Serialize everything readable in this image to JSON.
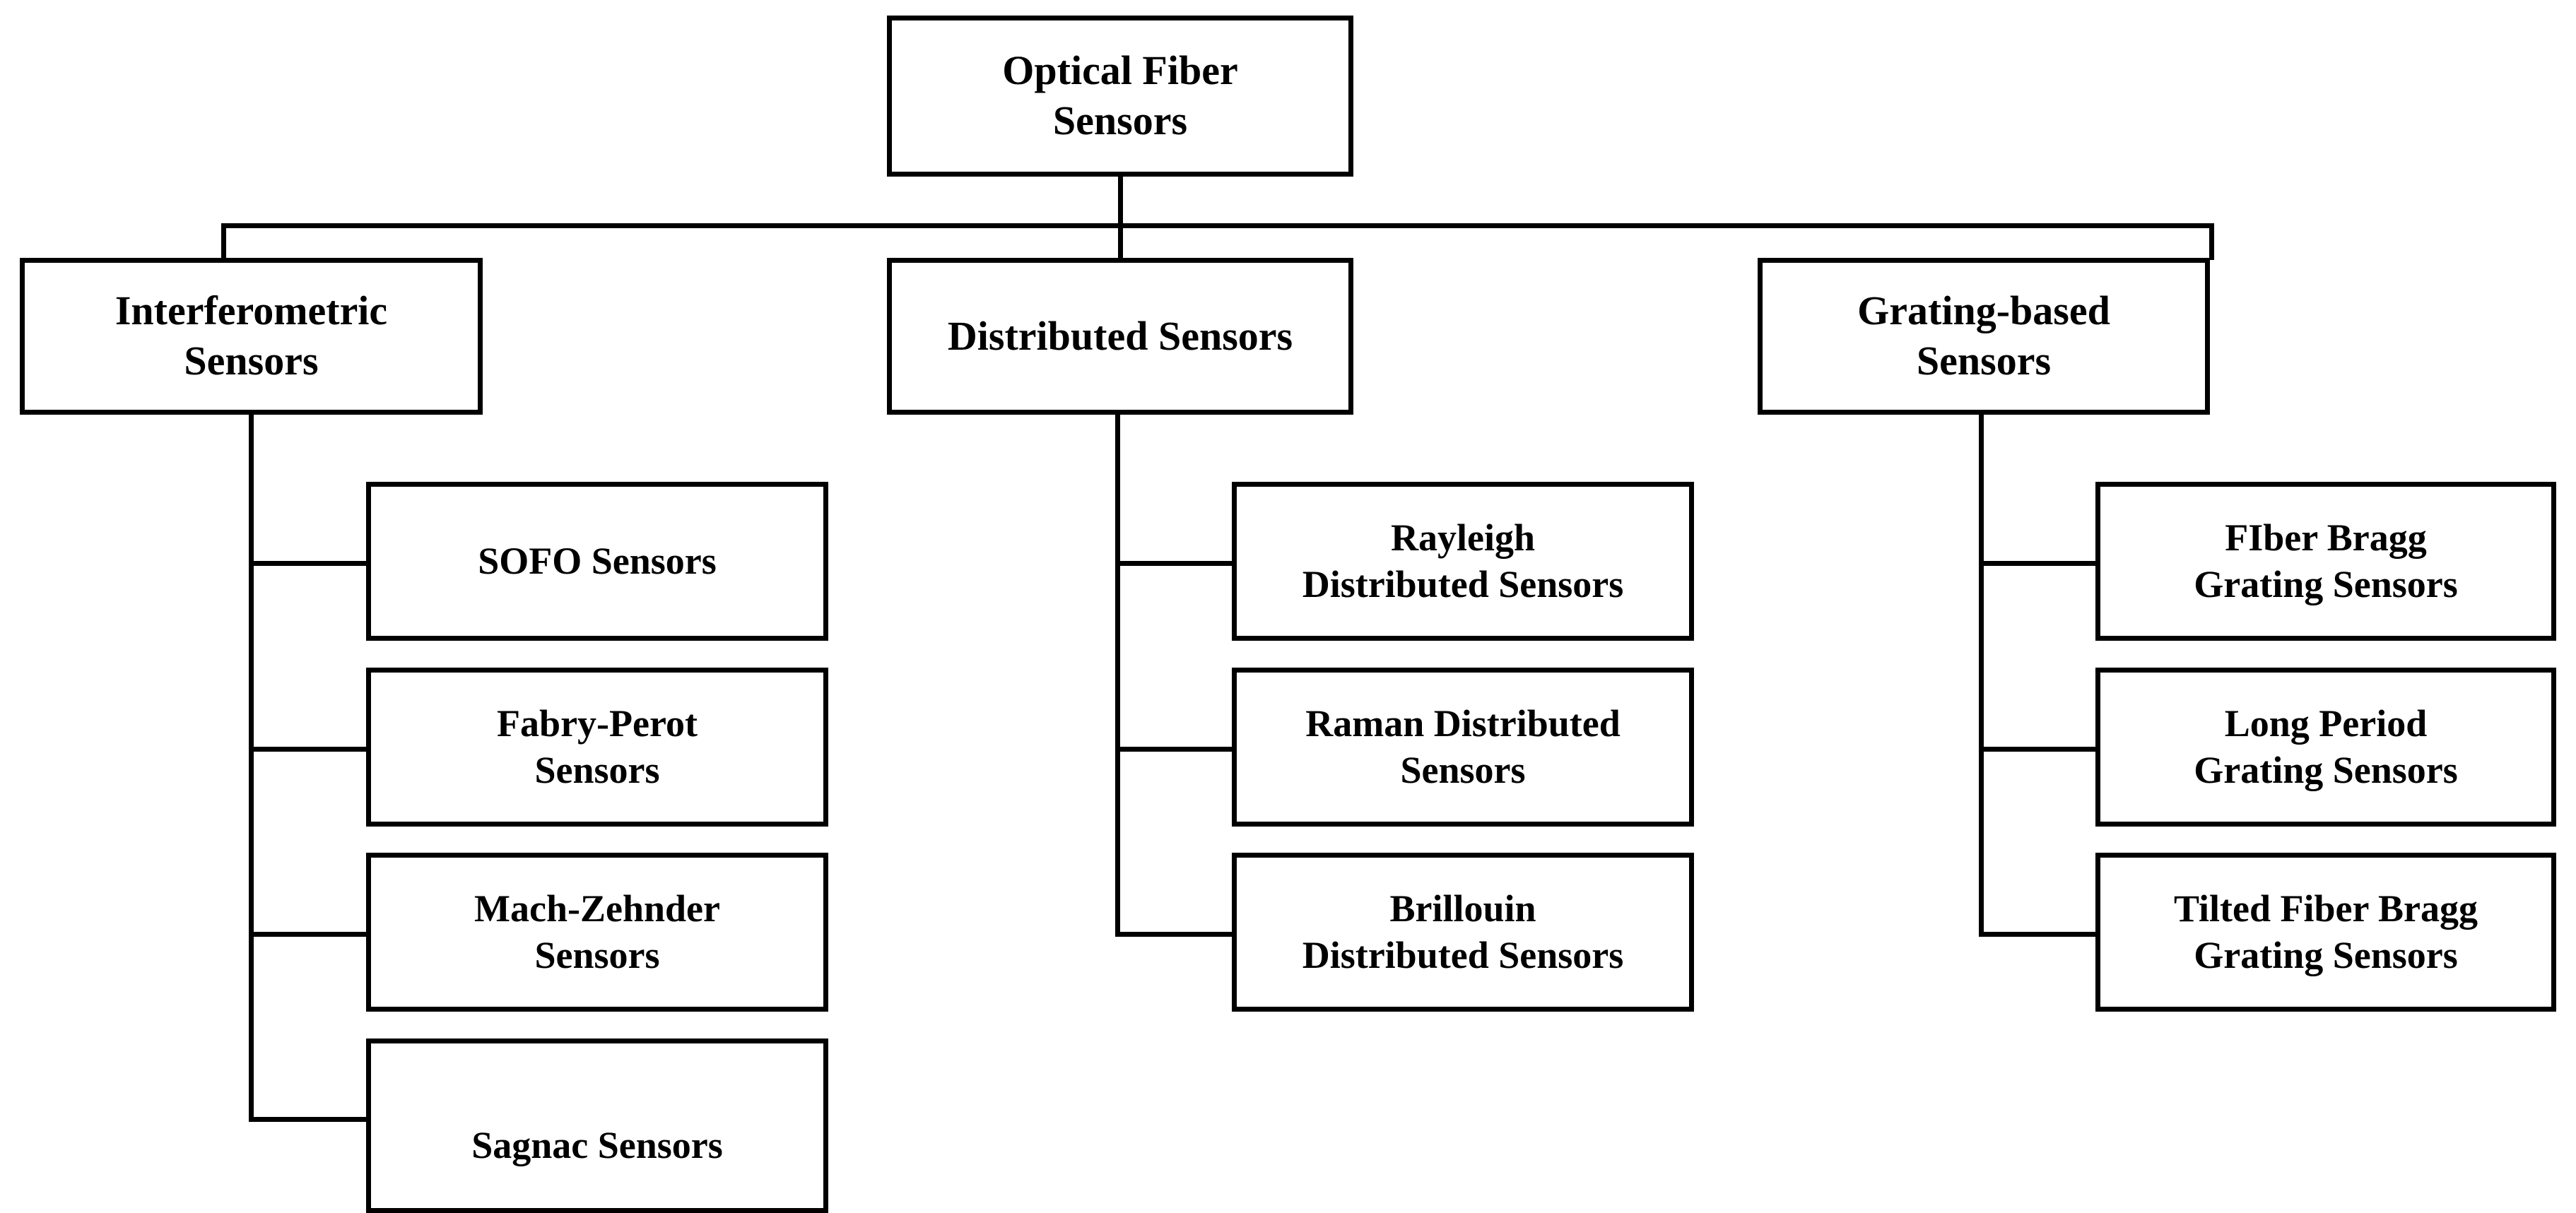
{
  "diagram": {
    "title": "Optical Fiber Sensors",
    "type": "hierarchy-tree",
    "orientation": "top-down",
    "levels": 3,
    "colors": {
      "stroke": "#000000",
      "fill": "#ffffff",
      "text": "#000000"
    },
    "root": {
      "label": "Optical Fiber Sensors",
      "line1": "Optical Fiber",
      "line2": "Sensors"
    },
    "branches": [
      {
        "id": "interferometric",
        "label": "Interferometric Sensors",
        "line1": "Interferometric",
        "line2": "Sensors",
        "children": [
          {
            "id": "sofo",
            "label": "SOFO Sensors",
            "line1": "SOFO Sensors",
            "line2": ""
          },
          {
            "id": "fabry-perot",
            "label": "Fabry-Perot Sensors",
            "line1": "Fabry-Perot",
            "line2": "Sensors"
          },
          {
            "id": "mach-zehnder",
            "label": "Mach-Zehnder Sensors",
            "line1": "Mach-Zehnder",
            "line2": "Sensors"
          },
          {
            "id": "sagnac",
            "label": "Sagnac Sensors",
            "line1": "Sagnac Sensors",
            "line2": ""
          }
        ]
      },
      {
        "id": "distributed",
        "label": "Distributed Sensors",
        "line1": "Distributed Sensors",
        "line2": "",
        "children": [
          {
            "id": "rayleigh",
            "label": "Rayleigh Distributed Sensors",
            "line1": "Rayleigh",
            "line2": "Distributed Sensors"
          },
          {
            "id": "raman",
            "label": "Raman Distributed Sensors",
            "line1": "Raman Distributed",
            "line2": "Sensors"
          },
          {
            "id": "brillouin",
            "label": "Brillouin Distributed Sensors",
            "line1": "Brillouin",
            "line2": "Distributed Sensors"
          }
        ]
      },
      {
        "id": "grating-based",
        "label": "Grating-based Sensors",
        "line1": "Grating-based",
        "line2": "Sensors",
        "children": [
          {
            "id": "fbg",
            "label": "FIber Bragg Grating Sensors",
            "line1": "FIber Bragg",
            "line2": "Grating Sensors"
          },
          {
            "id": "lpg",
            "label": "Long Period Grating Sensors",
            "line1": "Long Period",
            "line2": "Grating Sensors"
          },
          {
            "id": "tfbg",
            "label": "Tilted Fiber Bragg Grating Sensors",
            "line1": "Tilted Fiber Bragg",
            "line2": "Grating Sensors"
          }
        ]
      }
    ]
  }
}
